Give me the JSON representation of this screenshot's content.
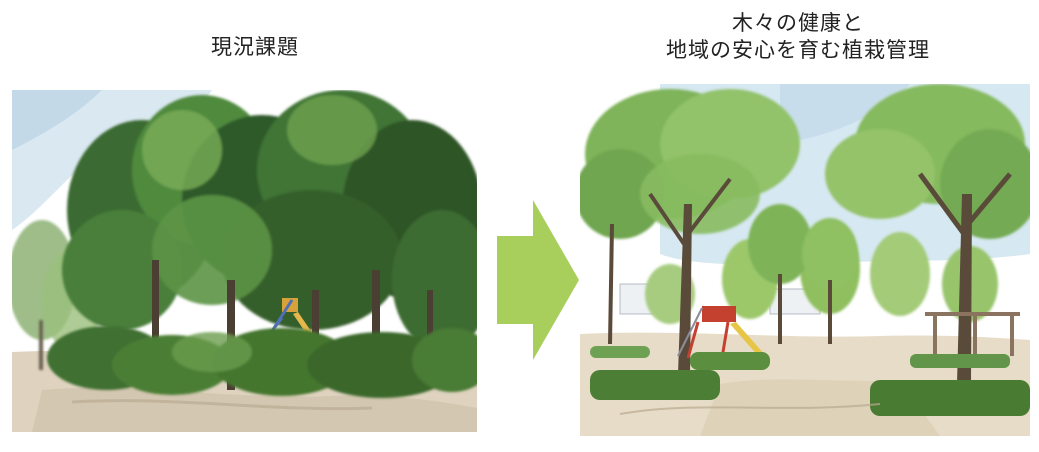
{
  "panels": {
    "before": {
      "title": "現況課題",
      "image": "dense-overgrown-park-trees-watercolor"
    },
    "after": {
      "title_line1": "木々の健康と",
      "title_line2": "地域の安心を育む植栽管理",
      "image": "thinned-open-park-trees-watercolor"
    }
  },
  "arrow": {
    "icon": "right-arrow-icon",
    "color": "#a8cf5c"
  },
  "colors": {
    "foliage_dark": "#2f5a2a",
    "foliage_mid": "#4f8a3e",
    "foliage_light": "#9cc86a",
    "sky": "#cfe3ee",
    "ground": "#d9cbb3",
    "hedge": "#4c7e36"
  }
}
